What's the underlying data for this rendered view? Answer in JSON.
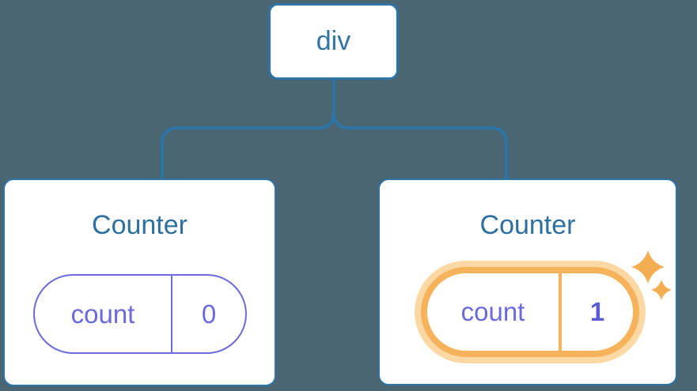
{
  "diagram": {
    "description": "Component tree: div root with two Counter children holding count state",
    "root": {
      "label": "div"
    },
    "children": [
      {
        "title": "Counter",
        "state": {
          "key": "count",
          "value": "0"
        },
        "highlighted": false
      },
      {
        "title": "Counter",
        "state": {
          "key": "count",
          "value": "1"
        },
        "highlighted": true
      }
    ]
  },
  "icons": {
    "sparkles": "sparkles-icon"
  },
  "colors": {
    "background": "#4a6672",
    "node_background": "#ffffff",
    "node_border_blue": "#2e74a7",
    "connector_blue": "#2e74a7",
    "label_blue": "#2d6f9e",
    "state_purple": "#6b6bdb",
    "state_value_bold_purple": "#5a5ad2",
    "highlight_orange": "#f6b35b",
    "highlight_glow": "#fcd9a4",
    "sparkle_orange": "#f4ae52"
  }
}
